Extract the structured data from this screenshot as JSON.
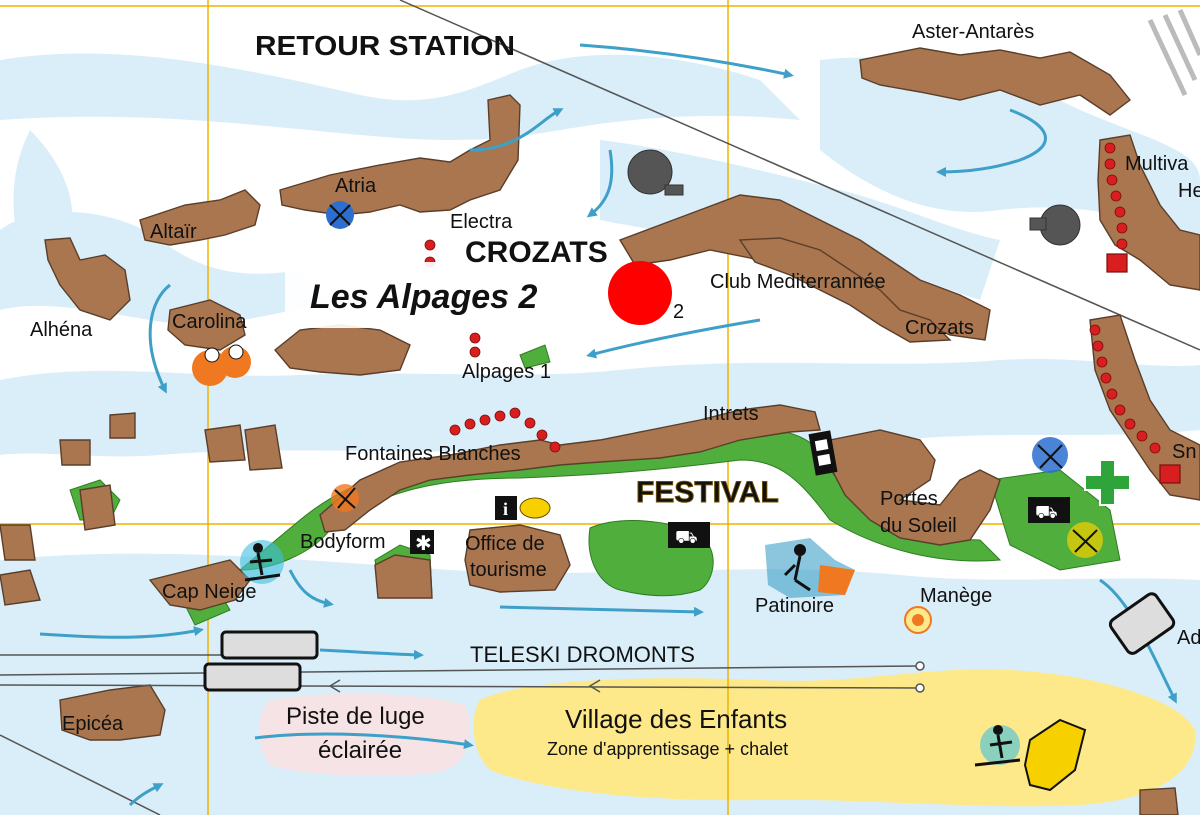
{
  "map": {
    "highlight": {
      "label": "Les Alpages 2",
      "marker_color": "#ff0000",
      "label_color": "#e00000"
    },
    "station_labels": {
      "retour_station": "RETOUR STATION",
      "teleski": "TELESKI DROMONTS",
      "crozats_big": "CROZATS",
      "festival": "FESTIVAL"
    },
    "buildings": {
      "aster_antares": "Aster-Antarès",
      "atria": "Atria",
      "altair": "Altaïr",
      "electra": "Electra",
      "alhena": "Alhéna",
      "carolina": "Carolina",
      "club_med": "Club Mediterrannée",
      "crozats": "Crozats",
      "alpages1": "Alpages 1",
      "alpages2_fragment": "2",
      "multiva": "Multiva",
      "he": "He",
      "intrets": "Intrets",
      "fontaines": "Fontaines Blanches",
      "portes1": "Portes",
      "portes2": "du Soleil",
      "bodyform": "Bodyform",
      "office1": "Office de",
      "office2": "tourisme",
      "patinoire": "Patinoire",
      "manege": "Manège",
      "cap_neige": "Cap Neige",
      "epicea": "Epicéa",
      "sn": "Sn",
      "ad": "Ad"
    },
    "zones": {
      "luge1": "Piste de luge",
      "luge2": "éclairée",
      "village1": "Village des Enfants",
      "village2": "Zone d'apprentissage + chalet"
    },
    "colors": {
      "building": "#a9764f",
      "green": "#4fae3c",
      "snow": "#d9eef8",
      "arrow": "#3ea0c8",
      "grid": "#f0b400",
      "lift": "#555555",
      "red_dot": "#d81e1e",
      "sand": "#fde98a",
      "orange": "#f07820"
    },
    "icons": [
      "sport-icon",
      "info-icon",
      "post-icon",
      "shopping-cart-icon",
      "cinema-icon",
      "pharmacy-cross-icon",
      "skater-icon",
      "carousel-icon",
      "skier-icon",
      "kids-icon",
      "star-icon"
    ]
  }
}
